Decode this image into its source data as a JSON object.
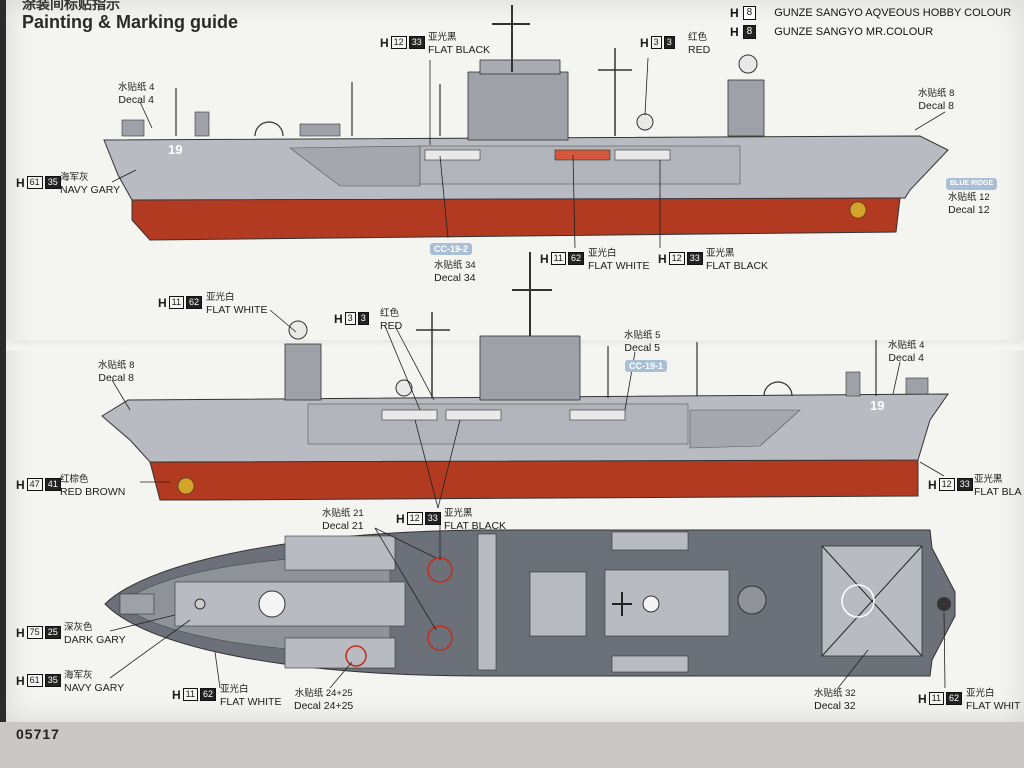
{
  "header": {
    "title_cn": "涂装间标贴指示",
    "title": "Painting & Marking guide"
  },
  "legend": {
    "aqueous": {
      "box": "8",
      "label": "GUNZE SANGYO AQVEOUS HOBBY COLOUR"
    },
    "mr": {
      "box": "8",
      "label": "GUNZE SANGYO MR.COLOUR"
    }
  },
  "colors": {
    "hull_gray": "#b8bcc2",
    "deck_gray": "#6c7078",
    "red_brown": "#b23a20",
    "line": "#1c1c1c",
    "badge_blue": "#a9bfd6"
  },
  "callouts": {
    "c1": {
      "h": "12",
      "m": "33",
      "cn": "亚光黑",
      "en": "FLAT BLACK"
    },
    "c2": {
      "h": "3",
      "m": "3",
      "cn": "红色",
      "en": "RED"
    },
    "c3": {
      "h": "61",
      "m": "35",
      "cn": "海军灰",
      "en": "NAVY GARY"
    },
    "c4": {
      "h": "11",
      "m": "62",
      "cn": "亚光白",
      "en": "FLAT WHITE"
    },
    "c5": {
      "h": "12",
      "m": "33",
      "cn": "亚光黑",
      "en": "FLAT BLACK"
    },
    "c6": {
      "h": "11",
      "m": "62",
      "cn": "亚光白",
      "en": "FLAT WHITE"
    },
    "c7": {
      "h": "3",
      "m": "3",
      "cn": "红色",
      "en": "RED"
    },
    "c8": {
      "h": "47",
      "m": "41",
      "cn": "红棕色",
      "en": "RED BROWN"
    },
    "c9": {
      "h": "12",
      "m": "33",
      "cn": "亚光黑",
      "en": "FLAT BLA"
    },
    "c10": {
      "h": "12",
      "m": "33",
      "cn": "亚光黑",
      "en": "FLAT BLACK"
    },
    "c11": {
      "h": "75",
      "m": "25",
      "cn": "深灰色",
      "en": "DARK GARY"
    },
    "c12": {
      "h": "61",
      "m": "35",
      "cn": "海军灰",
      "en": "NAVY GARY"
    },
    "c13": {
      "h": "11",
      "m": "62",
      "cn": "亚光白",
      "en": "FLAT WHITE"
    },
    "c14": {
      "h": "11",
      "m": "62",
      "cn": "亚光白",
      "en": "FLAT WHIT"
    }
  },
  "decals": {
    "d4a": {
      "cn": "水贴纸 4",
      "en": "Decal 4"
    },
    "d8a": {
      "cn": "水贴纸 8",
      "en": "Decal 8"
    },
    "d12": {
      "cn": "水贴纸 12",
      "en": "Decal 12"
    },
    "d34": {
      "cn": "水贴纸 34",
      "en": "Decal 34"
    },
    "d8b": {
      "cn": "水贴纸 8",
      "en": "Decal 8"
    },
    "d5": {
      "cn": "水贴纸 5",
      "en": "Decal 5"
    },
    "d4b": {
      "cn": "水贴纸 4",
      "en": "Decal 4"
    },
    "d21": {
      "cn": "水贴纸 21",
      "en": "Decal 21"
    },
    "d2425": {
      "cn": "水贴纸 24+25",
      "en": "Decal 24+25"
    },
    "d32": {
      "cn": "水贴纸 32",
      "en": "Decal 32"
    }
  },
  "badges": {
    "cc192": "CC-19-2",
    "cc191": "CC-19-1",
    "blue_ridge": "BLUE RIDGE",
    "hull_no": "19"
  },
  "footer": {
    "part_number": "05717"
  }
}
